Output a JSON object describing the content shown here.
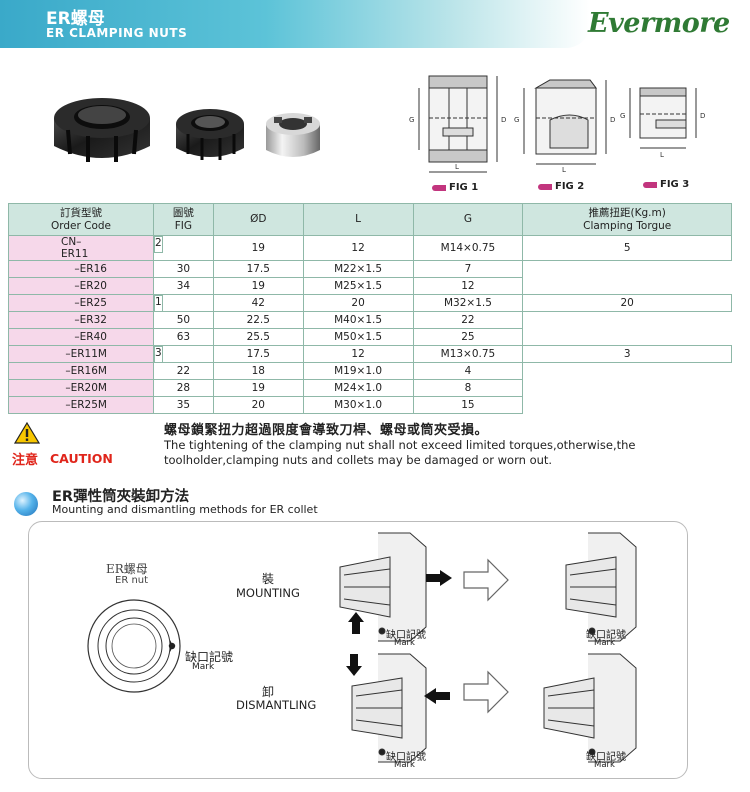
{
  "header": {
    "title": "ER螺母",
    "subtitle": "ER CLAMPING NUTS",
    "brand": "Evermore"
  },
  "figures": {
    "fig1": "FIG 1",
    "fig2": "FIG 2",
    "fig3": "FIG 3",
    "dim_g": "G",
    "dim_d": "D",
    "dim_l": "L"
  },
  "table": {
    "headers": [
      {
        "cn": "訂貨型號",
        "en": "Order Code"
      },
      {
        "cn": "圖號",
        "en": "FIG"
      },
      {
        "cn": "ØD",
        "en": ""
      },
      {
        "cn": "L",
        "en": ""
      },
      {
        "cn": "G",
        "en": ""
      },
      {
        "cn": "推薦扭距(Kg.m)",
        "en": "Clamping Torgue"
      }
    ],
    "rows": [
      {
        "code": "CN–ER11",
        "fig": "2",
        "d": "19",
        "l": "12",
        "g": "M14×0.75",
        "torque": "5"
      },
      {
        "code": "–ER16",
        "fig": "",
        "d": "30",
        "l": "17.5",
        "g": "M22×1.5",
        "torque": "7"
      },
      {
        "code": "–ER20",
        "fig": "",
        "d": "34",
        "l": "19",
        "g": "M25×1.5",
        "torque": "12"
      },
      {
        "code": "–ER25",
        "fig": "1",
        "d": "42",
        "l": "20",
        "g": "M32×1.5",
        "torque": "20"
      },
      {
        "code": "–ER32",
        "fig": "",
        "d": "50",
        "l": "22.5",
        "g": "M40×1.5",
        "torque": "22"
      },
      {
        "code": "–ER40",
        "fig": "",
        "d": "63",
        "l": "25.5",
        "g": "M50×1.5",
        "torque": "25"
      },
      {
        "code": "–ER11M",
        "fig": "3",
        "d": "17.5",
        "l": "12",
        "g": "M13×0.75",
        "torque": "3"
      },
      {
        "code": "–ER16M",
        "fig": "",
        "d": "22",
        "l": "18",
        "g": "M19×1.0",
        "torque": "4"
      },
      {
        "code": "–ER20M",
        "fig": "",
        "d": "28",
        "l": "19",
        "g": "M24×1.0",
        "torque": "8"
      },
      {
        "code": "–ER25M",
        "fig": "",
        "d": "35",
        "l": "20",
        "g": "M30×1.0",
        "torque": "15"
      }
    ]
  },
  "caution": {
    "label_cn": "注意",
    "label_en": "CAUTION",
    "text_cn": "螺母鎖緊扭力超過限度會導致刀桿、螺母或筒夾受損。",
    "text_en": "The tightening of the clamping nut shall not exceed limited torques,otherwise,the toolholder,clamping nuts and collets may be damaged or worn out."
  },
  "mounting": {
    "title": "ER彈性筒夾裝卸方法",
    "subtitle": "Mounting and dismantling methods for ER collet",
    "nut_cn": "ER螺母",
    "nut_en": "ER nut",
    "mark_cn": "缺口記號",
    "mark_en": "Mark",
    "mount_cn": "裝",
    "mount_en": "MOUNTING",
    "dism_cn": "卸",
    "dism_en": "DISMANTLING"
  },
  "colors": {
    "banner": "#3aa9c9",
    "brand_green": "#2f7a34",
    "table_header": "#cfe6df",
    "table_code": "#f6d8ea",
    "caution_red": "#e0251b",
    "fig_pointer": "#c2357e"
  }
}
